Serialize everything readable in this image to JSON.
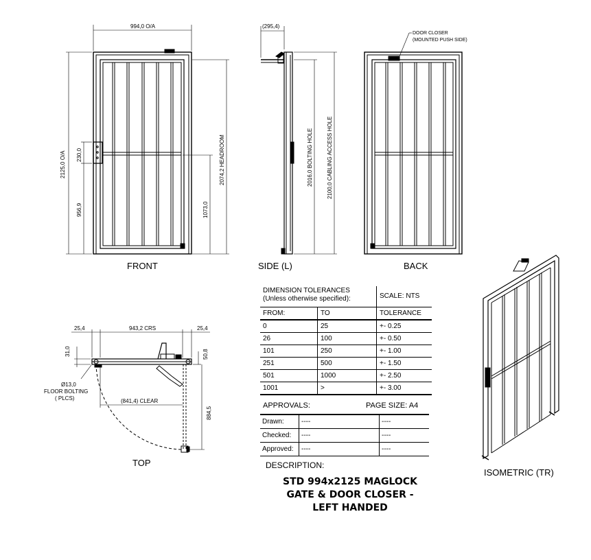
{
  "front": {
    "label": "FRONT",
    "dim_width": "994,0 O/A",
    "dim_height": "2125,0 O/A",
    "dim_headroom": "2074,2 HEADROOM",
    "dim_230": "230,0",
    "dim_956": "956,9",
    "dim_1073": "1073,0"
  },
  "side": {
    "label": "SIDE (L)",
    "dim_top": "(295,4)",
    "dim_bolting": "2016,0 BOLTING HOLE",
    "dim_cabling": "2100,0 CABLING ACCESS HOLE"
  },
  "back": {
    "label": "BACK",
    "note": [
      "DOOR CLOSER",
      "(MOUNTED PUSH SIDE)"
    ]
  },
  "top": {
    "label": "TOP",
    "dim_left": "25,4",
    "dim_crs": "943,2 CRS",
    "dim_right": "25,4",
    "dim_31": "31,0",
    "dim_50": "50,8",
    "dim_clear": "(841,4) CLEAR",
    "dim_884": "884,5",
    "floor_bolting": [
      "Ø13,0",
      "FLOOR BOLTING",
      "( PLCS)"
    ]
  },
  "isometric": {
    "label": "ISOMETRIC (TR)"
  },
  "tolerances": {
    "title": [
      "DIMENSION TOLERANCES",
      "(Unless otherwise specified):"
    ],
    "scale": "SCALE: NTS",
    "col_from": "FROM:",
    "col_to": "TO",
    "col_tol": "TOLERANCE",
    "rows": [
      {
        "from": "0",
        "to": "25",
        "tol": "+- 0.25"
      },
      {
        "from": "26",
        "to": "100",
        "tol": "+- 0.50"
      },
      {
        "from": "101",
        "to": "250",
        "tol": "+- 1.00"
      },
      {
        "from": "251",
        "to": "500",
        "tol": "+- 1.50"
      },
      {
        "from": "501",
        "to": "1000",
        "tol": "+- 2.50"
      },
      {
        "from": "1001",
        "to": ">",
        "tol": "+- 3.00"
      }
    ]
  },
  "approvals": {
    "title": "APPROVALS:",
    "page_size": "PAGE SIZE: A4",
    "rows": [
      {
        "label": "Drawn:",
        "a": "----",
        "b": "----"
      },
      {
        "label": "Checked:",
        "a": "----",
        "b": "----"
      },
      {
        "label": "Approved:",
        "a": "----",
        "b": "----"
      }
    ]
  },
  "description": {
    "label": "DESCRIPTION:",
    "lines": [
      "STD 994x2125 MAGLOCK",
      "GATE & DOOR CLOSER -",
      "LEFT HANDED"
    ]
  }
}
